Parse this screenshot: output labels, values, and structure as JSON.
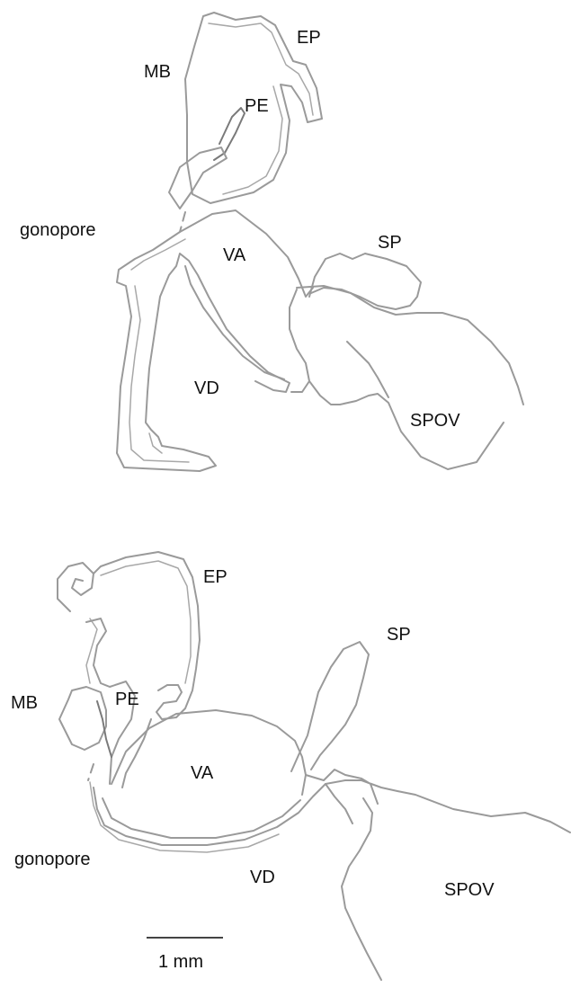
{
  "top_diagram": {
    "labels": {
      "ep": "EP",
      "mb": "MB",
      "pe": "PE",
      "gonopore": "gonopore",
      "sp": "SP",
      "va": "VA",
      "vd": "VD",
      "spov": "SPOV"
    }
  },
  "bottom_diagram": {
    "labels": {
      "ep": "EP",
      "sp": "SP",
      "mb": "MB",
      "pe": "PE",
      "va": "VA",
      "gonopore": "gonopore",
      "vd": "VD",
      "spov": "SPOV"
    }
  },
  "scale_bar": {
    "label": "1 mm"
  }
}
